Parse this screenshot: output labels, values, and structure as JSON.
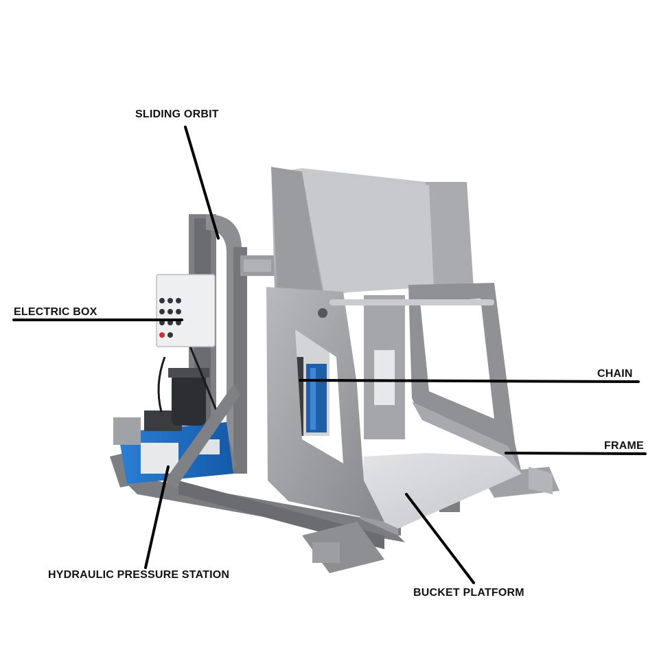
{
  "labels": {
    "sliding_orbit": "SLIDING ORBIT",
    "electric_box": "ELECTRIC BOX",
    "chain": "CHAIN",
    "frame": "FRAME",
    "hydraulic_station": "HYDRAULIC PRESSURE STATION",
    "bucket_platform": "BUCKET PLATFORM"
  },
  "colors": {
    "frame_gray": "#8a8c90",
    "frame_dark": "#5f6165",
    "frame_light": "#b9bbbe",
    "hydraulic_blue": "#1f6fc4",
    "line": "#000000"
  }
}
